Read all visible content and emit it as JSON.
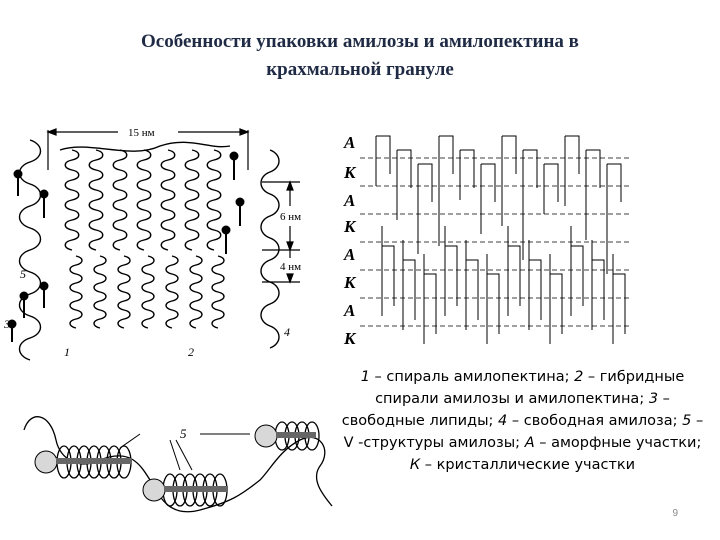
{
  "title": {
    "line1": "Особенности упаковки амилозы и амилопектина в",
    "line2": "крахмальной грануле"
  },
  "left_diagram": {
    "width_label": "15 нм",
    "height_label_1": "6 нм",
    "height_label_2": "4 нм",
    "labels": [
      "1",
      "2",
      "3",
      "4",
      "5"
    ]
  },
  "right_diagram": {
    "zone_labels": [
      "А",
      "К",
      "А",
      "К",
      "А",
      "К",
      "А",
      "К"
    ]
  },
  "bottom_diagram": {
    "label": "5"
  },
  "caption": {
    "p1_num": "1",
    "p1_text": " – спираль амилопектина; ",
    "p2_num": "2",
    "p2_text": " – гибридные спирали амилозы и амилопектина; ",
    "p3_num": "3",
    "p3_text": " – свободные липиды; ",
    "p4_num": "4",
    "p4_text": " – свободная амилоза; ",
    "p5_num": "5",
    "p5_text": " – V -структуры амилозы; ",
    "pa_num": "А",
    "pa_text": " – аморфные участки; ",
    "pk_num": "К",
    "pk_text": " – кристаллические участки"
  },
  "page_number": "9",
  "colors": {
    "title": "#1f2a44",
    "line": "#000000"
  }
}
